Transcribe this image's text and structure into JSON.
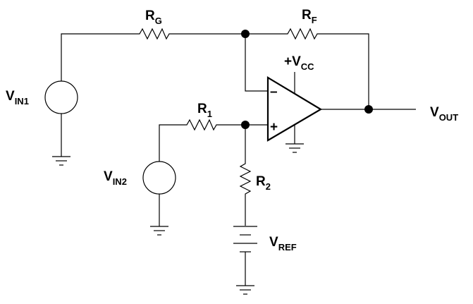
{
  "labels": {
    "rg": {
      "main": "R",
      "sub": "G"
    },
    "rf": {
      "main": "R",
      "sub": "F"
    },
    "vcc": {
      "main": "+V",
      "sub": "CC"
    },
    "vin1": {
      "main": "V",
      "sub": "IN1"
    },
    "r1": {
      "main": "R",
      "sub": "1"
    },
    "vout": {
      "main": "V",
      "sub": "OUT"
    },
    "vin2": {
      "main": "V",
      "sub": "IN2"
    },
    "r2": {
      "main": "R",
      "sub": "2"
    },
    "vref": {
      "main": "V",
      "sub": "REF"
    },
    "minus": "–",
    "plus": "+"
  }
}
